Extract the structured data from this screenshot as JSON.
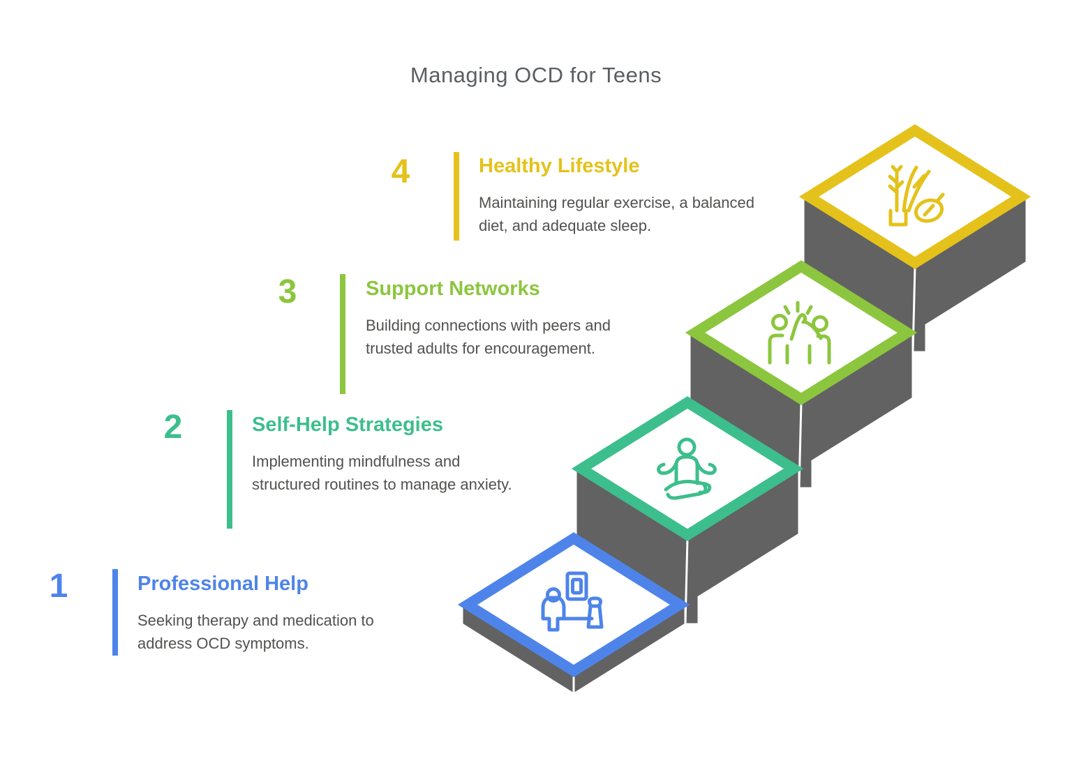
{
  "title": {
    "text": "Managing OCD for Teens"
  },
  "steps": [
    {
      "number": "1",
      "title": "Professional Help",
      "description": "Seeking therapy and medication to address OCD symptoms.",
      "color": "#4E84EA",
      "icon": "therapy-session-icon"
    },
    {
      "number": "2",
      "title": "Self-Help Strategies",
      "description": "Implementing mindfulness and structured routines to manage anxiety.",
      "color": "#3DBE8D",
      "icon": "meditation-icon"
    },
    {
      "number": "3",
      "title": "Support Networks",
      "description": "Building connections with peers and trusted adults for encouragement.",
      "color": "#8CC63E",
      "icon": "high-five-icon"
    },
    {
      "number": "4",
      "title": "Healthy Lifestyle",
      "description": "Maintaining regular exercise, a balanced diet, and adequate sleep.",
      "color": "#E4C21B",
      "icon": "plant-and-fruit-icon"
    }
  ],
  "colors": {
    "background": "#FFFFFF",
    "stair_gray": "#626262",
    "title_text": "#5A5E62",
    "description_text": "#4F524E"
  }
}
